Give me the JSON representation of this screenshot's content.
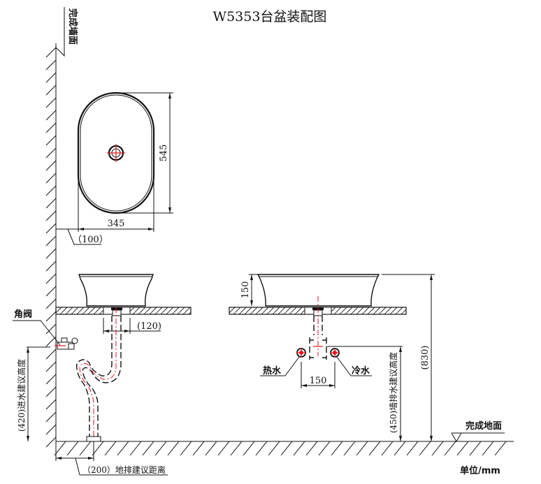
{
  "title": "W5353台盆装配图",
  "labels": {
    "finished_wall": "完成墙面",
    "finished_floor": "完成地面",
    "angle_valve": "角阀",
    "hot_water": "热水",
    "cold_water": "冷水",
    "unit": "单位/mm"
  },
  "dimensions": {
    "basin_length": "545",
    "basin_width": "345",
    "wall_offset": "（100）",
    "drain_offset": "(120)",
    "basin_height": "150",
    "valve_spacing": "150",
    "total_height": "(830)",
    "inlet_height": "(420)进水建议高度",
    "wall_drain_height": "(450)墙排水建议高度",
    "floor_drain_distance": "（200）地排建议距离"
  },
  "colors": {
    "line": "#111111",
    "centerline": "#e8141c",
    "background": "#ffffff"
  }
}
